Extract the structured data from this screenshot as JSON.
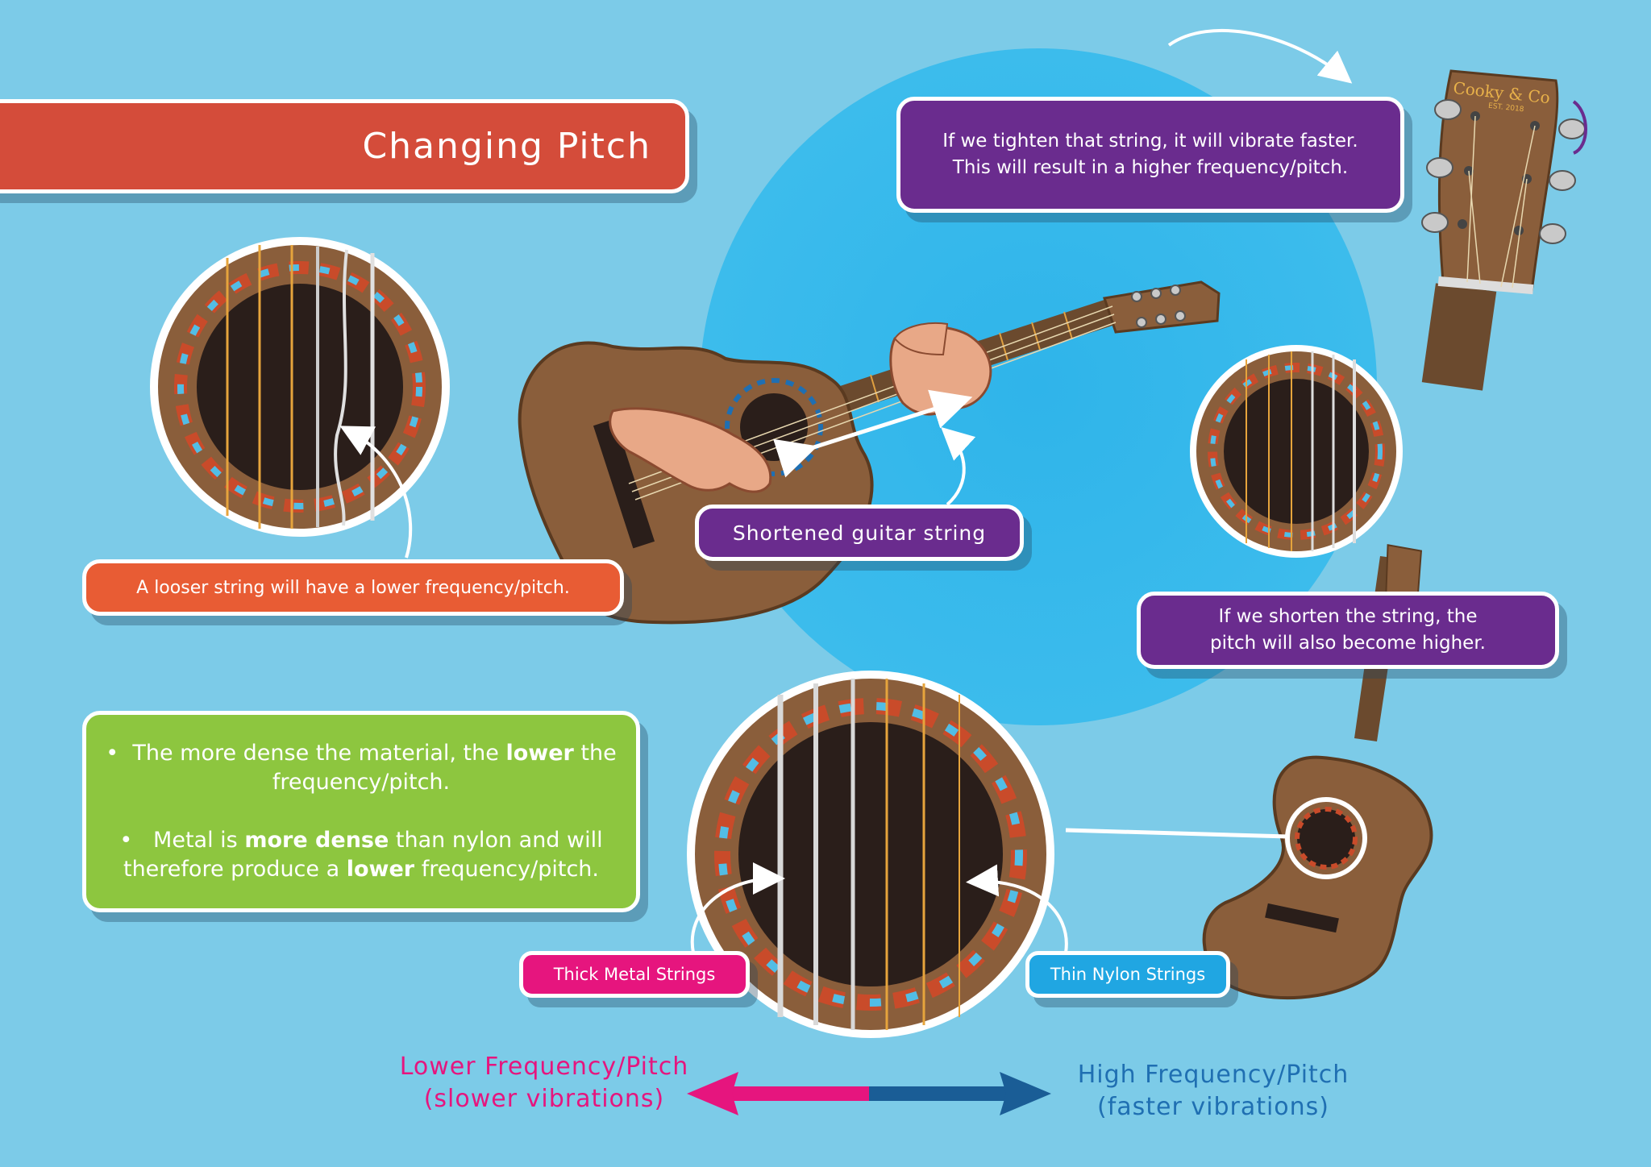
{
  "title": "Changing Pitch",
  "callouts": {
    "tighten_line1": "If we tighten that string, it will vibrate faster.",
    "tighten_line2": "This will result in a higher frequency/pitch.",
    "looser": "A looser string will have a lower frequency/pitch.",
    "shortened": "Shortened guitar string",
    "shorten_line1": "If we shorten the string, the",
    "shorten_line2": "pitch will also become higher."
  },
  "info": {
    "b1_prefix": "The more dense the material, the",
    "b1_bold": "lower",
    "b1_suffix": "the",
    "b1_line2": "frequency/pitch.",
    "b2_prefix": "Metal is",
    "b2_bold": "more dense",
    "b2_suffix": "than nylon and will",
    "b2_line2_prefix": "therefore produce a",
    "b2_line2_bold": "lower",
    "b2_line2_suffix": "frequency/pitch."
  },
  "labels": {
    "metal": "Thick Metal Strings",
    "nylon": "Thin Nylon Strings"
  },
  "axis": {
    "low_line1": "Lower Frequency/Pitch",
    "low_line2": "(slower vibrations)",
    "high_line1": "High Frequency/Pitch",
    "high_line2": "(faster vibrations)"
  },
  "headstock_brand": "Cooky & Co",
  "headstock_est": "EST. 2018",
  "colors": {
    "background": "#7ccbe8",
    "blue_circle": "#36b9ec",
    "title_red": "#d44c3a",
    "purple": "#6a2c8e",
    "orange": "#e85c34",
    "green": "#8dc63f",
    "pink": "#e6157e",
    "cyan": "#20a6e2",
    "navy": "#1f6fb2",
    "wood": "#8a5e3b"
  }
}
